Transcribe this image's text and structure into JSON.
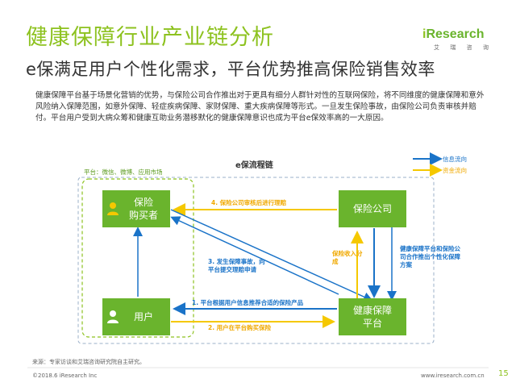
{
  "header": {
    "title": "健康保障行业产业链分析",
    "subtitle": "e保满足用户个性化需求，平台优势推高保险销售效率"
  },
  "logo": {
    "main_i": "i",
    "main_rest": "Research",
    "sub": [
      "艾",
      "瑞",
      "咨",
      "询"
    ]
  },
  "body_text": "健康保障平台基于场景化营销的优势，与保险公司合作推出对于更具有细分人群针对性的互联网保险，将不同维度的健康保障和意外风险纳入保障范围，如意外保障、轻症疾病保障、家财保障、重大疾病保障等形式。一旦发生保险事故，由保险公司负责审核并赔付。平台用户受到大病众筹和健康互助业务潜移默化的健康保障意识也成为平台e保效率高的一大原因。",
  "diagram": {
    "flow_title": "e保流程链",
    "legend": {
      "info_flow": "信息流向",
      "fund_flow": "资金流向",
      "info_color": "#1a73c8",
      "fund_color": "#f5c800"
    },
    "platform_label": "平台：微信、微博、应用市场",
    "boxes": {
      "buyer": "保险\n购买者",
      "insurer": "保险公司",
      "user": "用户",
      "platform": "健康保障\n平台"
    },
    "labels": {
      "claim": "4. 保险公司审核后进行理赔",
      "accident": "3. 发生保障事故，向\n平台提交理赔申请",
      "cooperate": "健康保障平台和保险公\n司合作推出个性化保障\n方案",
      "split": "保险收入分\n成",
      "recommend": "1. 平台根据用户信息推荐合适的保险产品",
      "buy": "2. 用户在平台购买保险"
    }
  },
  "footer": {
    "source": "来源：专家访谈和艾瑞咨询研究院自主研究。",
    "copyright": "©2018.6 iResearch Inc",
    "url": "www.iresearch.com.cn",
    "page": "15"
  }
}
